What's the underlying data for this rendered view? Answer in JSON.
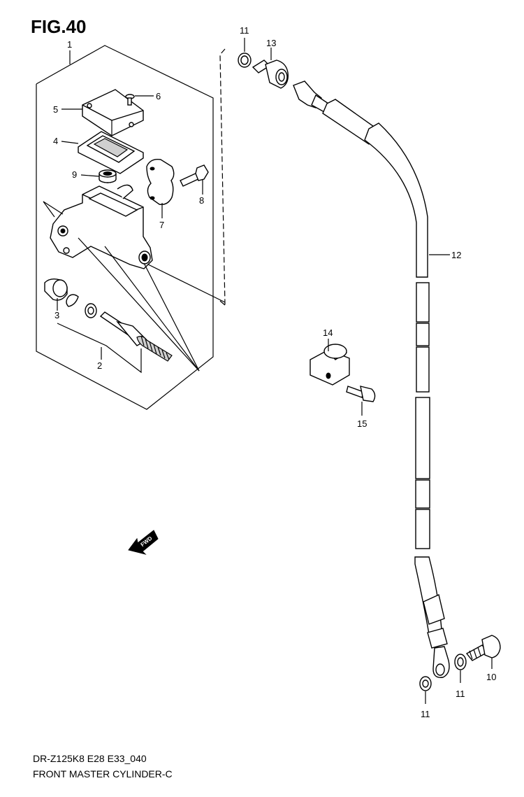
{
  "figure": {
    "title": "FIG.40"
  },
  "callouts": {
    "p1": "1",
    "p2": "2",
    "p3": "3",
    "p4": "4",
    "p5": "5",
    "p6": "6",
    "p7": "7",
    "p8": "8",
    "p9": "9",
    "p10": "10",
    "p11a": "11",
    "p11b": "11",
    "p11c": "11",
    "p12": "12",
    "p13": "13",
    "p14": "14",
    "p15": "15"
  },
  "fwd_arrow": {
    "label": "FWD"
  },
  "footer": {
    "model_code": "DR-Z125K8 E28 E33_040",
    "caption": "FRONT MASTER CYLINDER-C"
  }
}
